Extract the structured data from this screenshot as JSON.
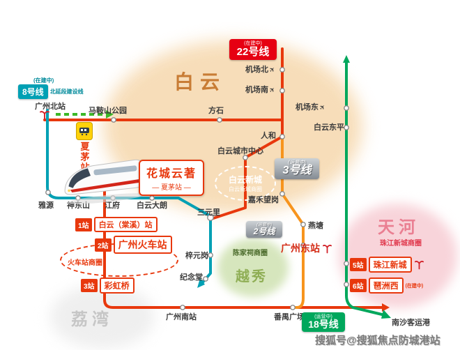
{
  "colors": {
    "red": "#e8380d",
    "teal": "#00a0b4",
    "orange": "#f7941d",
    "green": "#00a75c",
    "dash_green": "#3cb828",
    "badge_red": "#e60012",
    "logo_red": "#d2232a"
  },
  "districts": {
    "baiyun": "白云",
    "tianhe": "天河",
    "yuexiu": "越秀",
    "liwan": "荔湾"
  },
  "lines": {
    "l22": {
      "name": "22号线",
      "status": "(在建中)"
    },
    "l8": {
      "name": "8号线",
      "status": "(在建中)",
      "extra": "北延段建设线"
    },
    "l3": {
      "name": "3号线",
      "status": "(运营中)"
    },
    "l2": {
      "name": "2号线",
      "status": "(运营中)"
    },
    "l18": {
      "name": "18号线",
      "status": "(运营中)"
    }
  },
  "stations": {
    "jichangbei": "机场北",
    "jichangnan": "机场南",
    "jichangdong": "机场东",
    "guangzhoubei": "广州北站",
    "maanshan": "马鞍山公园",
    "fangshi": "方石",
    "renhe": "人和",
    "baiyundongping": "白云东平",
    "baiyuncsc": "白云城市中心",
    "jiahewanggang": "嘉禾望岗",
    "yantang": "燕塘",
    "sanyuanli": "三元里",
    "yayuan": "雅源",
    "shendongshan": "神东山",
    "jiangfu": "江府",
    "dalang": "白云大朗",
    "ziyuangang": "梓元岗",
    "jiniantang": "纪念堂",
    "dongzhan": "广州东站",
    "nanzhan": "广州南站",
    "panyu": "番禺广场",
    "nansha": "南沙客运港"
  },
  "stops": {
    "s1": {
      "n": "1站",
      "name": "白云（棠溪）站"
    },
    "s2": {
      "n": "2站",
      "name": "广州火车站"
    },
    "s3": {
      "n": "3站",
      "name": "彩虹桥"
    },
    "s5": {
      "n": "5站",
      "name": "珠江新城"
    },
    "s6": {
      "n": "6站",
      "name": "琶洲西",
      "status": "(在建中)"
    }
  },
  "areas": {
    "baiyun_newtown": "白云新城",
    "baiyun_newtown_biz": "白云新城商圈",
    "chenjiaci_biz": "陈家祠商圈",
    "railway_biz": "火车站商圈",
    "zhujiang_biz": "珠江新城商圈"
  },
  "project": {
    "name": "花城云著",
    "station_label": "— 夏茅站 —",
    "tag": "夏茅站"
  },
  "icons": {
    "airplane": "✈"
  },
  "watermark": "搜狐号@搜狐焦点防城港站"
}
